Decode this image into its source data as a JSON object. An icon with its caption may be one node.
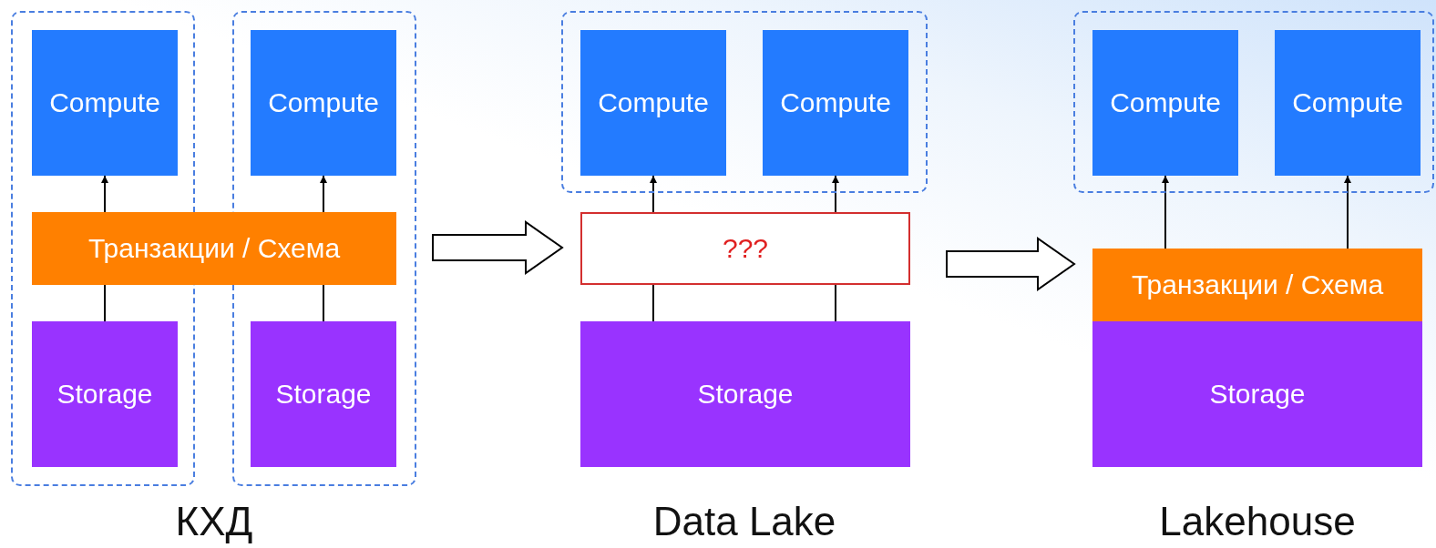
{
  "diagram": {
    "nodes": [
      {
        "text": [],
        "shape": "box"
      },
      {
        "text": [
          "Compute"
        ],
        "in": 0
      },
      {
        "text": [],
        "shape": "box"
      },
      {
        "text": [
          "Compute"
        ],
        "in": 2
      },
      {
        "text": [
          "Транзакции / Схема"
        ]
      },
      {
        "text": [
          "Storage"
        ],
        "in": 0
      },
      {
        "text": [
          "Storage"
        ],
        "in": 2
      },
      {
        "text": [],
        "shape": "box"
      },
      {
        "text": [
          "Compute"
        ],
        "in": 7
      },
      {
        "text": [
          "Compute"
        ],
        "in": 7
      },
      {
        "text": [
          "???"
        ]
      },
      {
        "text": [
          "Storage"
        ]
      },
      {
        "text": [],
        "shape": "box"
      },
      {
        "text": [
          "Compute"
        ],
        "in": 12
      },
      {
        "text": [
          "Compute"
        ],
        "in": 12
      },
      {
        "text": [
          "Транзакции / Схема"
        ]
      },
      {
        "text": [
          "Storage"
        ]
      }
    ],
    "edges": [
      {
        "from": 4,
        "to": 1,
        "arrow": "to"
      },
      {
        "from": 4,
        "to": 3,
        "arrow": "to"
      },
      {
        "from": 5,
        "to": 4,
        "arrow": "none"
      },
      {
        "from": 6,
        "to": 4,
        "arrow": "none"
      },
      {
        "from": 4,
        "to": 10,
        "arrow": "to",
        "style": "thick"
      },
      {
        "from": 10,
        "to": 8,
        "arrow": "to"
      },
      {
        "from": 10,
        "to": 9,
        "arrow": "to"
      },
      {
        "from": 11,
        "to": 10,
        "arrow": "none"
      },
      {
        "from": 11,
        "to": 10,
        "arrow": "none"
      },
      {
        "from": 10,
        "to": 15,
        "arrow": "to",
        "style": "thick"
      },
      {
        "from": 15,
        "to": 13,
        "arrow": "to"
      },
      {
        "from": 15,
        "to": 14,
        "arrow": "to"
      }
    ],
    "labels": [
      "КХД",
      "Data Lake",
      "Lakehouse"
    ]
  }
}
